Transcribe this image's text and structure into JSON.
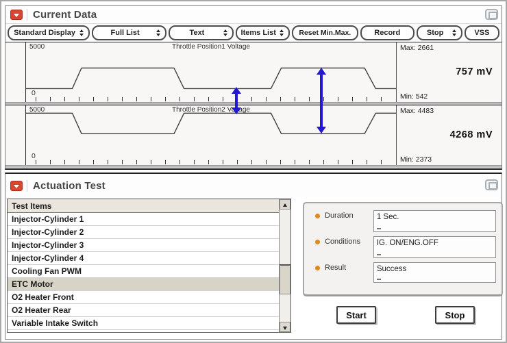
{
  "colors": {
    "accent_red": "#d9452f",
    "arrow_blue": "#2317cf",
    "bullet_orange": "#e08818",
    "selected_row": "#d7d3c6"
  },
  "panel_current_data": {
    "title": "Current Data",
    "toolbar": [
      {
        "label": "Standard Display",
        "dropdown": true
      },
      {
        "label": "Full List",
        "dropdown": true
      },
      {
        "label": "Text",
        "dropdown": true
      },
      {
        "label": "Items List",
        "dropdown": true
      },
      {
        "label": "Reset Min.Max.",
        "dropdown": false
      },
      {
        "label": "Record",
        "dropdown": false
      },
      {
        "label": "Stop",
        "dropdown": true
      },
      {
        "label": "VSS",
        "dropdown": false
      }
    ]
  },
  "chart_data": [
    {
      "type": "line",
      "title": "Throttle Position1 Voltage",
      "ylim": [
        0,
        5000
      ],
      "ytop_label": "5000",
      "ybottom_label": "0",
      "max": 2661,
      "min": 542,
      "max_label": "Max: 2661",
      "min_label": "Min: 542",
      "value_label": "757 mV",
      "points": [
        [
          0,
          542
        ],
        [
          0.125,
          542
        ],
        [
          0.15,
          2661
        ],
        [
          0.4,
          2661
        ],
        [
          0.427,
          542
        ],
        [
          0.662,
          542
        ],
        [
          0.69,
          2661
        ],
        [
          0.915,
          2661
        ],
        [
          0.945,
          542
        ],
        [
          1,
          542
        ]
      ]
    },
    {
      "type": "line",
      "title": "Throttle Position2 Voltage",
      "ylim": [
        0,
        5000
      ],
      "ytop_label": "5000",
      "ybottom_label": "0",
      "max": 4483,
      "min": 2373,
      "max_label": "Max: 4483",
      "min_label": "Min: 2373",
      "value_label": "4268 mV",
      "points": [
        [
          0,
          4483
        ],
        [
          0.125,
          4483
        ],
        [
          0.15,
          2373
        ],
        [
          0.4,
          2373
        ],
        [
          0.427,
          4483
        ],
        [
          0.662,
          4483
        ],
        [
          0.69,
          2373
        ],
        [
          0.915,
          2373
        ],
        [
          0.945,
          4483
        ],
        [
          1,
          4483
        ]
      ]
    }
  ],
  "panel_actuation_test": {
    "title": "Actuation Test",
    "list": {
      "header": "Test Items",
      "items": [
        "Injector-Cylinder 1",
        "Injector-Cylinder 2",
        "Injector-Cylinder 3",
        "Injector-Cylinder 4",
        "Cooling Fan PWM",
        "ETC Motor",
        "O2 Heater Front",
        "O2 Heater Rear",
        "Variable Intake Switch"
      ],
      "selected_index": 5,
      "selected_item": "ETC Motor"
    },
    "details": [
      {
        "label": "Duration",
        "value": "1 Sec."
      },
      {
        "label": "Conditions",
        "value": "IG. ON/ENG.OFF"
      },
      {
        "label": "Result",
        "value": "Success"
      }
    ],
    "buttons": {
      "start": "Start",
      "stop": "Stop"
    }
  }
}
